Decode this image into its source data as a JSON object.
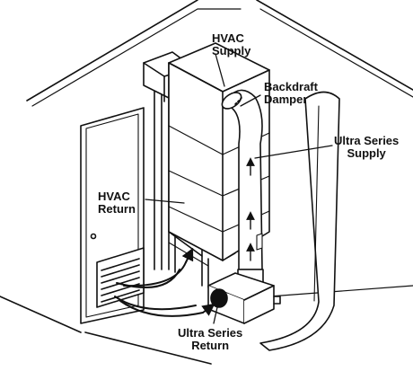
{
  "labels": {
    "hvac_supply": {
      "line1": "HVAC",
      "line2": "Supply"
    },
    "backdraft_damper": {
      "line1": "Backdraft",
      "line2": "Damper"
    },
    "ultra_series_supply": {
      "line1": "Ultra Series",
      "line2": "Supply"
    },
    "hvac_return": {
      "line1": "HVAC",
      "line2": "Return"
    },
    "ultra_series_return": {
      "line1": "Ultra Series",
      "line2": "Return"
    }
  },
  "colors": {
    "line": "#111111",
    "fill": "#ffffff",
    "shade": "#d9d9d9"
  }
}
